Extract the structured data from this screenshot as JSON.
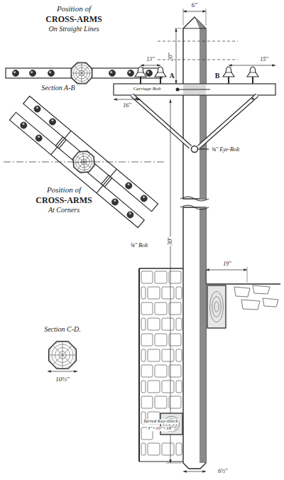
{
  "diagram": {
    "labels": [
      "Position of",
      "CROSS-ARMS",
      "On Straight Lines",
      "Section A-B",
      "Position of",
      "CROSS-ARMS",
      "At Corners",
      "Section C-D.",
      "10½\"",
      "6\"",
      "A",
      "B",
      "15\"",
      "13\"",
      "16\"",
      "Carriage Bolt",
      "⅝\" Eye-Bolt",
      "⅝\" Bolt",
      "20\"",
      "30'",
      "19\"",
      "Tarred Key-block",
      "3\"×10\"×18\"",
      "6½\""
    ]
  }
}
